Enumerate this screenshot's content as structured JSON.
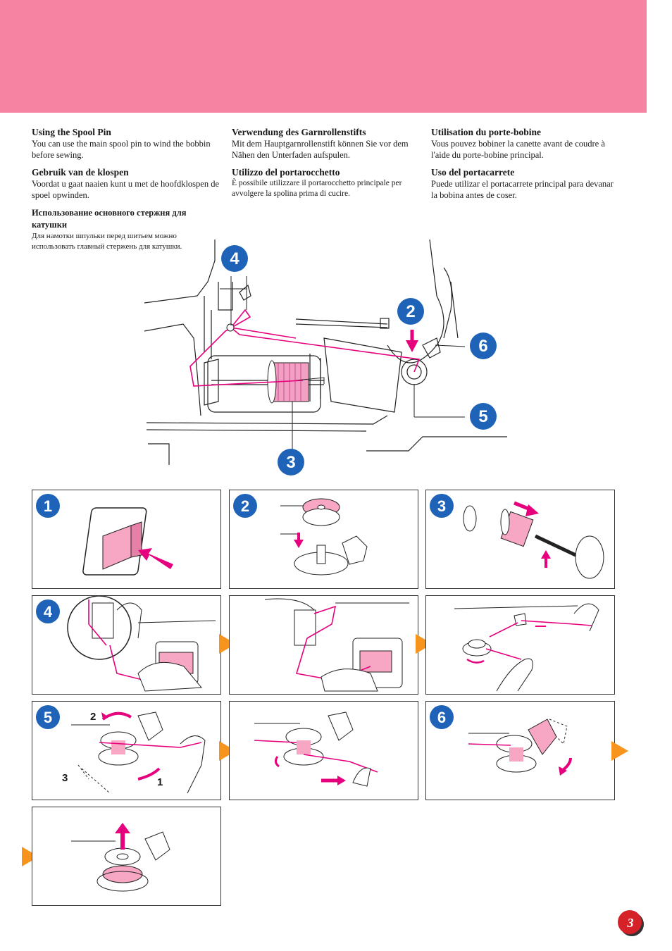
{
  "sections": {
    "col1": [
      {
        "title": "Using the Spool Pin",
        "body": "You can use the main spool pin to wind the bobbin before sewing."
      },
      {
        "title": "Gebruik van de klospen",
        "body": "Voordat u gaat naaien kunt u met de hoofdklospen de spoel opwinden."
      },
      {
        "title": "Использование основного стержня для катушки",
        "body": "Для намотки шпульки перед шитьем можно использовать главный стержень для катушки."
      }
    ],
    "col2": [
      {
        "title": "Verwendung des Garnrollenstifts",
        "body": "Mit dem Hauptgarnrollenstift können Sie vor dem Nähen den Unterfaden aufspulen."
      },
      {
        "title": "Utilizzo del portarocchetto",
        "body": "È possibile utilizzare il portarocchetto principale per avvolgere la spolina prima di cucire."
      }
    ],
    "col3": [
      {
        "title": "Utilisation du porte-bobine",
        "body": "Vous pouvez bobiner la canette avant de coudre à l'aide du porte-bobine principal."
      },
      {
        "title": "Uso del portacarrete",
        "body": "Puede utilizar el portacarrete principal para devanar la bobina antes de coser."
      }
    ]
  },
  "diagram_callouts": [
    "4",
    "2",
    "6",
    "5",
    "3"
  ],
  "panel_steps": [
    "1",
    "2",
    "3",
    "4",
    "5",
    "6"
  ],
  "panel5_labels": [
    "2",
    "3",
    "1"
  ],
  "page_number": "3",
  "colors": {
    "banner": "#f683a2",
    "badge": "#1f63b8",
    "accent": "#e6007e",
    "arrow": "#f7941d",
    "page_badge": "#d52128"
  }
}
